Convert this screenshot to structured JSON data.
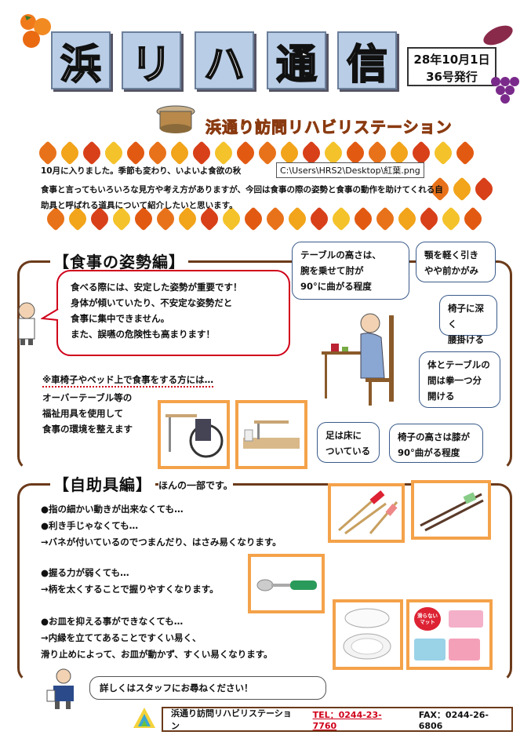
{
  "header": {
    "title_chars": [
      "浜",
      "リ",
      "ハ",
      "通",
      "信"
    ],
    "date_line1": "28年10月1日",
    "date_line2": "36号発行",
    "station": "浜通り訪問リハビリステーション"
  },
  "tooltip": "C:\\Users\\HRS2\\Desktop\\紅葉.png",
  "intro": {
    "line1": "10月に入りました。季節も変わり、いよいよ食欲の秋",
    "line1_end": "。",
    "line2": "食事と言ってもいろいろな見方や考え方がありますが、今回は食事の際の姿勢と食事の動作を助けてくれる自",
    "line3": "助具と呼ばれる道具について紹介したいと思います。"
  },
  "posture": {
    "title": "【食事の姿勢編】",
    "bubble": [
      "食べる際には、安定した姿勢が重要です！",
      "身体が傾いていたり、不安定な姿勢だと",
      "食事に集中できません。",
      "また、誤嚥の危険性も高まります！"
    ],
    "wheelchair_heading": "※車椅子やベッド上で食事をする方には…",
    "wheelchair_lines": [
      "オーバーテーブル等の",
      "福祉用具を使用して",
      "食事の環境を整えます"
    ],
    "tips": {
      "table": [
        "テーブルの高さは、",
        "腕を乗せて肘が",
        "90°に曲がる程度"
      ],
      "chin": [
        "顎を軽く引き",
        "やや前かがみ"
      ],
      "deep": [
        "椅子に深く",
        "腰掛ける"
      ],
      "fist": [
        "体とテーブルの",
        "間は拳一つ分",
        "開ける"
      ],
      "feet": [
        "足は床に",
        "ついている"
      ],
      "chair": [
        "椅子の高さは膝が",
        "90°曲がる程度"
      ]
    }
  },
  "tools": {
    "title": "【自助具編】",
    "subtitle": "ほんの一部です。",
    "items": [
      {
        "line1": "●指の細かい動きが出来なくても…",
        "line2": "●利き手じゃなくても…",
        "line3": "→バネが付いているのでつまんだり、はさみ易くなります。"
      },
      {
        "line1": "●握る力が弱くても…",
        "line3": "→柄を太くすることで握りやすくなります。"
      },
      {
        "line1": "●お皿を抑える事ができなくても…",
        "line2": "→内縁を立ててあることですくい易く、",
        "line3": "滑り止めによって、お皿が動かず、すくい易くなります。"
      }
    ],
    "mat_label": "滑らない\nマット"
  },
  "staff_note": "詳しくはスタッフにお尋ねください！",
  "footer": {
    "name": "浜通り訪問リハビリステーション",
    "tel": "TEL：0244-23-7760",
    "fax": "FAX：0244-26-6806"
  },
  "colors": {
    "accent_brown": "#6b3a1a",
    "bubble_red": "#d0001a",
    "photo_orange": "#f4a24a",
    "tel_red": "#d0001a"
  }
}
